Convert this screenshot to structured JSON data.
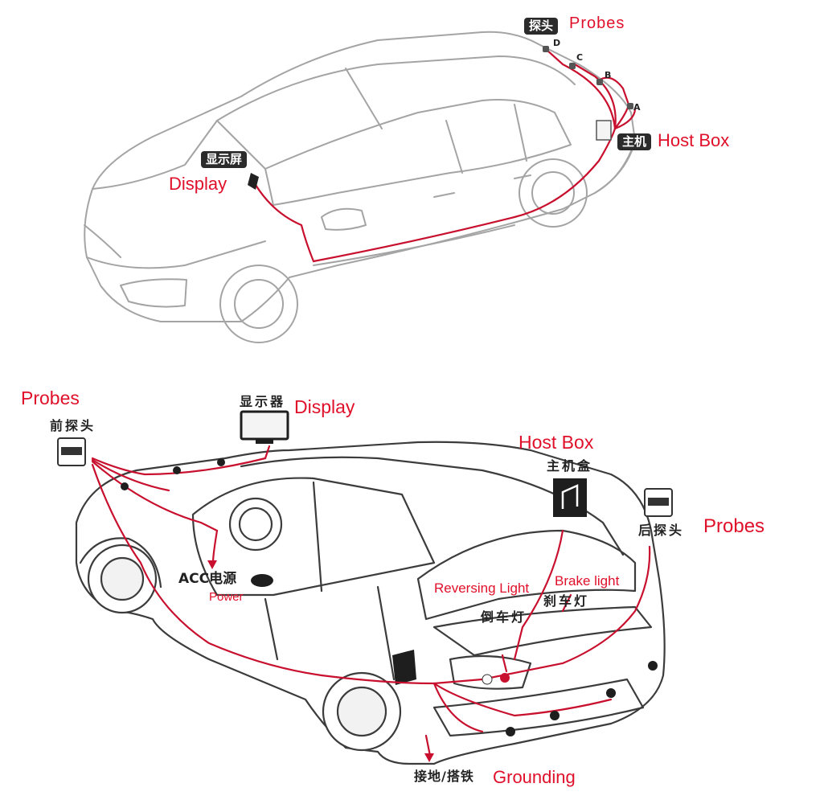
{
  "top_diagram": {
    "probes_cn": "探头",
    "probes_en": "Probes",
    "host_box_cn": "主机",
    "host_box_en": "Host Box",
    "display_cn": "显示屏",
    "display_en": "Display",
    "probe_letters": [
      "D",
      "C",
      "B",
      "A"
    ]
  },
  "bottom_diagram": {
    "front_probes_en": "Probes",
    "front_probes_cn": "前探头",
    "display_cn": "显示器",
    "display_en": "Display",
    "host_box_en": "Host Box",
    "host_box_cn": "主机盒",
    "rear_probes_cn": "后探头",
    "rear_probes_en": "Probes",
    "acc_cn": "ACC电源",
    "acc_en": "Power",
    "reversing_en": "Reversing Light",
    "reversing_cn": "倒车灯",
    "brake_en": "Brake light",
    "brake_cn": "刹车灯",
    "grounding_cn": "接地/搭铁",
    "grounding_en": "Grounding"
  },
  "colors": {
    "wire": "#c8102e",
    "label_red": "#e0102a",
    "outline": "#9a9a9a"
  }
}
